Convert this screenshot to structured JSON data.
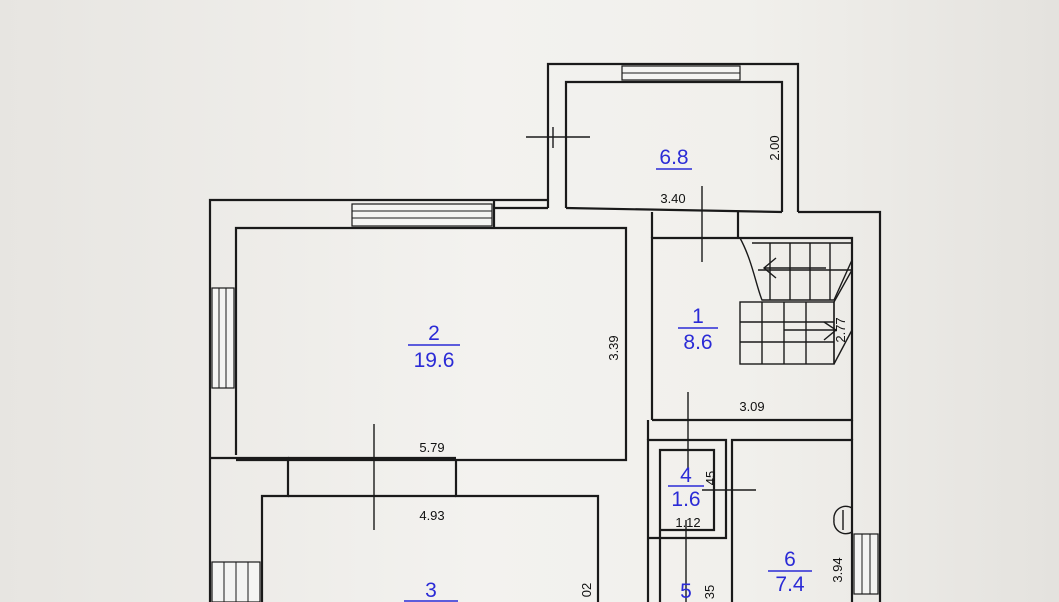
{
  "rooms": [
    {
      "number": "",
      "area": "6.8"
    },
    {
      "number": "1",
      "area": "8.6"
    },
    {
      "number": "2",
      "area": "19.6"
    },
    {
      "number": "3",
      "area": ""
    },
    {
      "number": "4",
      "area": "1.6"
    },
    {
      "number": "5",
      "area": ""
    },
    {
      "number": "6",
      "area": "7.4"
    }
  ],
  "dimensions": {
    "room_top_height": "2.00",
    "room_top_width": "3.40",
    "room2_height": "3.39",
    "room2_width": "5.79",
    "room1_width": "3.09",
    "stair_height": "2.77",
    "room3_width": "4.93",
    "room3_height": "02",
    "room4_height": "45",
    "room4_width": "1.12",
    "room5_height": "35",
    "room6_height": "3.94"
  }
}
